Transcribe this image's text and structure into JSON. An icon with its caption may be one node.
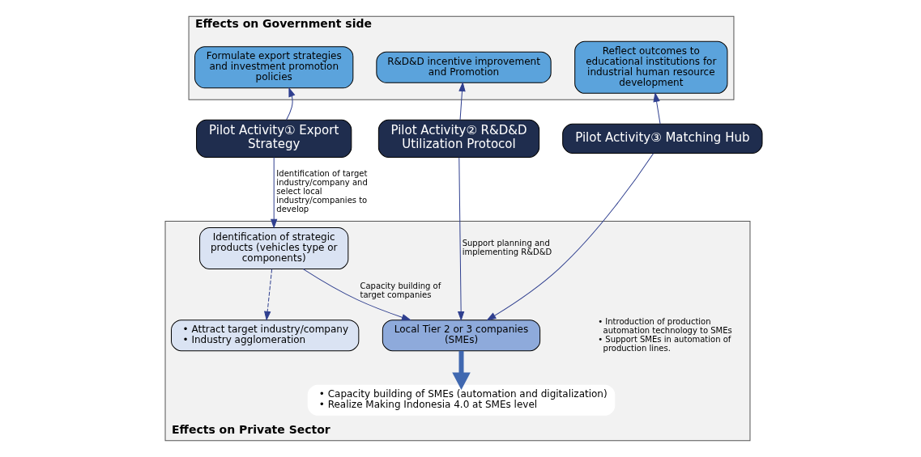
{
  "diagram": {
    "nodes": [
      {
        "text": [
          "Effects on Government side"
        ]
      },
      {
        "text": [
          "Formulate export strategies and investment promotion policies"
        ],
        "in": 0
      },
      {
        "text": [
          "R&D&D incentive improvement and Promotion"
        ],
        "in": 0
      },
      {
        "text": [
          "Reflect outcomes to educational institutions for industrial human resource development"
        ],
        "in": 0
      },
      {
        "text": [
          "Pilot Activity① Export Strategy"
        ]
      },
      {
        "text": [
          "Pilot Activity② R&D&D Utilization Protocol"
        ]
      },
      {
        "text": [
          "Pilot Activity③ Matching Hub"
        ]
      },
      {
        "text": [
          "Effects on Private Sector"
        ]
      },
      {
        "text": [
          "Identification of strategic products (vehicles type or components)"
        ],
        "in": 7
      },
      {
        "text": [
          "• Attract target industry/company",
          "• Industry agglomeration"
        ],
        "in": 7
      },
      {
        "text": [
          "Local Tier 2 or 3 companies (SMEs)"
        ],
        "in": 7,
        "beside": [
          "• Introduction of production automation technology to SMEs",
          "• Support SMEs in automation of production lines."
        ]
      },
      {
        "text": [
          "• Capacity building of SMEs (automation and digitalization)",
          "• Realize Making Indonesia 4.0 at SMEs level"
        ],
        "in": 7
      }
    ],
    "edges": [
      {
        "from": 4,
        "to": 1,
        "arrow": "to"
      },
      {
        "from": 5,
        "to": 2,
        "arrow": "to"
      },
      {
        "from": 6,
        "to": 3,
        "arrow": "to"
      },
      {
        "from": 4,
        "to": 8,
        "arrow": "to",
        "label": "Identification of target industry/company and select local industry/companies to develop"
      },
      {
        "from": 5,
        "to": 10,
        "arrow": "to",
        "label": "Support planning and implementing R&D&D"
      },
      {
        "from": 6,
        "to": 10,
        "arrow": "to"
      },
      {
        "from": 8,
        "to": 10,
        "arrow": "to",
        "label": "Capacity building of target companies"
      },
      {
        "from": 8,
        "to": 9,
        "arrow": "to",
        "style": "dashed"
      },
      {
        "from": 10,
        "to": 11,
        "arrow": "to",
        "style": "thick",
        "color": "#4068b0"
      }
    ]
  }
}
